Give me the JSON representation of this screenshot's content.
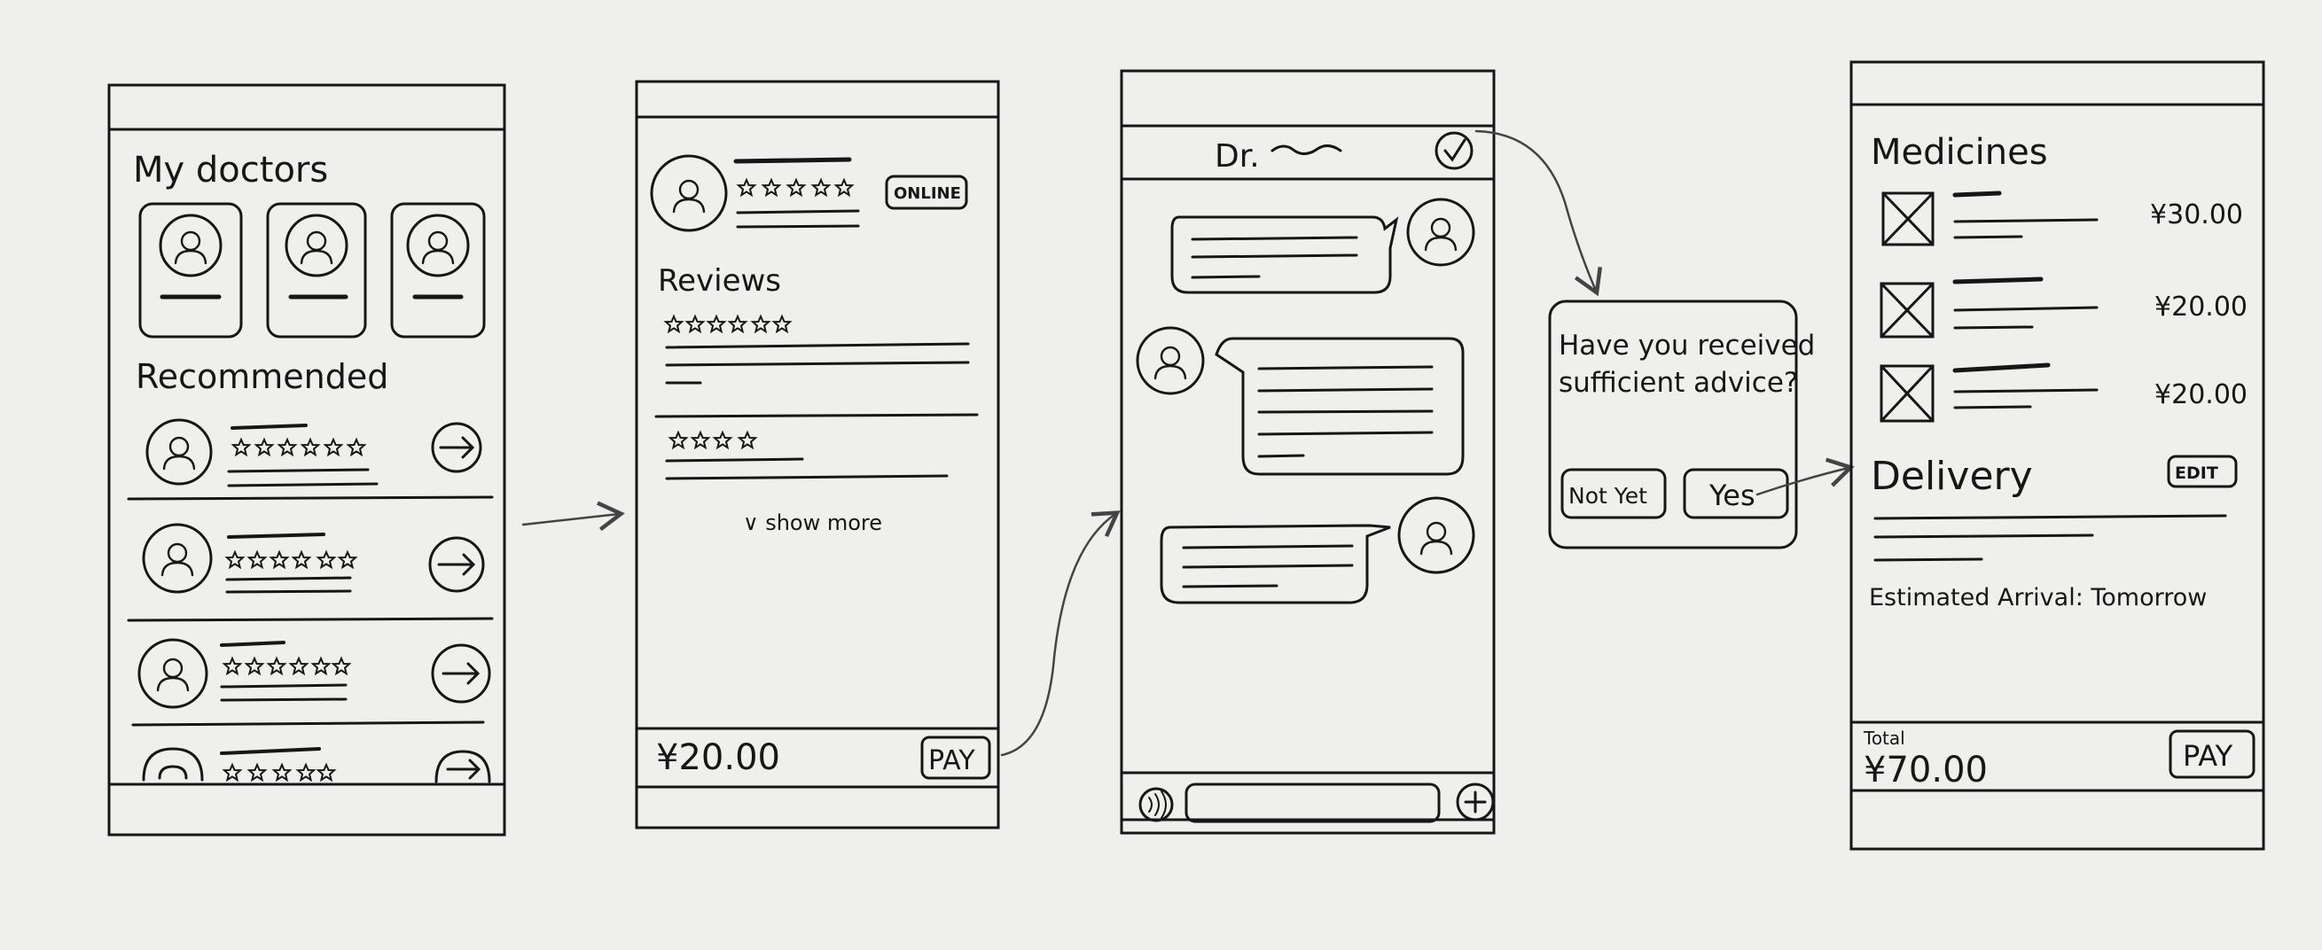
{
  "screen1": {
    "my_doctors_title": "My doctors",
    "recommended_title": "Recommended"
  },
  "screen2": {
    "online_badge": "ONLINE",
    "reviews_title": "Reviews",
    "show_more": "∨ show more",
    "price": "¥20.00",
    "pay_button": "PAY"
  },
  "screen3": {
    "chat_title": "Dr."
  },
  "dialog": {
    "question_line1": "Have you received",
    "question_line2": "sufficient advice?",
    "not_yet_button": "Not Yet",
    "yes_button": "Yes"
  },
  "screen4": {
    "medicines_title": "Medicines",
    "medicines": [
      {
        "price": "¥30.00"
      },
      {
        "price": "¥20.00"
      },
      {
        "price": "¥20.00"
      }
    ],
    "delivery_title": "Delivery",
    "edit_button": "EDIT",
    "estimated_arrival": "Estimated Arrival: Tomorrow",
    "total_label": "Total",
    "total_amount": "¥70.00",
    "pay_button": "PAY"
  },
  "colors": {
    "ink": "#161616",
    "paper": "#efefed"
  }
}
